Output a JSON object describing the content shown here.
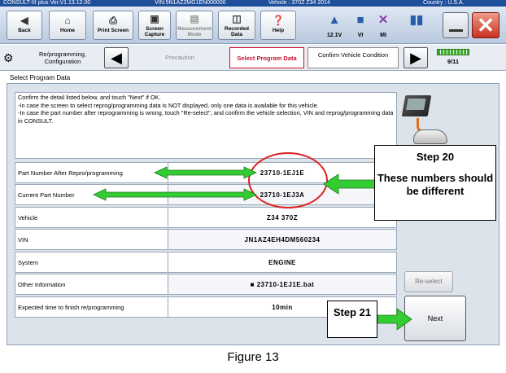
{
  "titlebar": {
    "app": "CONSULT-III plus  Ver.V1.13.12.00",
    "vin": "VIN:5N1AZ2MG1EN000000",
    "vehicle": "Vehicle : 370Z Z34 2014",
    "country": "Country : U.S.A."
  },
  "toolbar": {
    "back": "Back",
    "home": "Home",
    "print_screen": "Print Screen",
    "screen_capture": "Screen Capture",
    "measurement_mode": "Measurement Mode",
    "recorded_data": "Recorded Data",
    "help": "Help",
    "battery": "12.1V",
    "vi": "VI",
    "mi": "MI"
  },
  "steps": {
    "reprogramming": "Re/programming, Configuration",
    "precaution": "Precaution",
    "select_program_data": "Select Program Data",
    "confirm_vehicle_condition": "Confirm Vehicle Condition",
    "progress": "9/11"
  },
  "screen_title": "Select Program Data",
  "instructions": [
    "Confirm the detail listed below, and touch \"Next\" if OK.",
    "-In case the screen to select reprog/programming data is NOT displayed, only one data is available for this vehicle.",
    "-In case the part number after reprogramming is wrong, touch \"Re-select\", and confirm the vehicle selection, VIN and reprog/programming data in CONSULT."
  ],
  "rows": [
    {
      "label": "Part Number After Repro/programming",
      "value": "23710-1EJ1E"
    },
    {
      "label": "Current Part Number",
      "value": "23710-1EJ3A"
    },
    {
      "label": "Vehicle",
      "value": "Z34 370Z"
    },
    {
      "label": "VIN",
      "value": "JN1AZ4EH4DM560234"
    },
    {
      "label": "System",
      "value": "ENGINE"
    },
    {
      "label": "Other Information",
      "value": "■ 23710-1EJ1E.bat"
    },
    {
      "label": "Expected time to finish re/programming",
      "value": "10min"
    }
  ],
  "buttons": {
    "reselect": "Re-select",
    "next": "Next"
  },
  "annotations": {
    "step20_title": "Step 20",
    "step20_text": "These numbers should be different",
    "step21": "Step 21"
  },
  "caption": "Figure 13",
  "colors": {
    "accent": "#c8102e",
    "annotation_red": "#e02020",
    "arrow_green": "#33cc33"
  }
}
